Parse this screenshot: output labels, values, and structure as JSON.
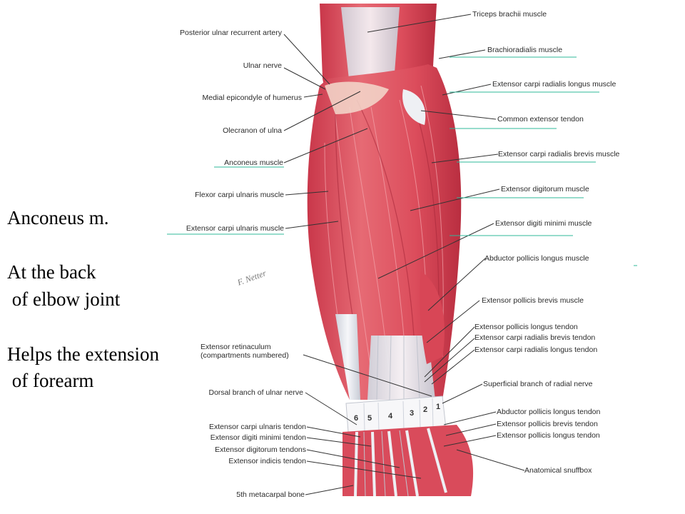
{
  "slide_text": {
    "title": "Anconeus m.",
    "location_line1": "At the back",
    "location_line2": " of elbow joint",
    "function_line1": "Helps the extension",
    "function_line2": " of forearm"
  },
  "left_labels": [
    "Posterior ulnar recurrent artery",
    "Ulnar nerve",
    "Medial epicondyle of humerus",
    "Olecranon of ulna",
    "Anconeus muscle",
    "Flexor carpi ulnaris muscle",
    "Extensor carpi ulnaris muscle",
    "Extensor retinaculum",
    "(compartments numbered)",
    "Dorsal branch of ulnar nerve",
    "Extensor carpi ulnaris tendon",
    "Extensor digiti minimi tendon",
    "Extensor digitorum tendons",
    "Extensor indicis tendon",
    "5th metacarpal bone"
  ],
  "right_labels": [
    "Triceps brachii muscle",
    "Brachioradialis muscle",
    "Extensor carpi radialis longus muscle",
    "Common extensor tendon",
    "Extensor carpi radialis brevis muscle",
    "Extensor digitorum muscle",
    "Extensor digiti minimi muscle",
    "Abductor pollicis longus muscle",
    "Extensor pollicis brevis muscle",
    "Extensor pollicis longus tendon",
    "Extensor carpi radialis brevis tendon",
    "Extensor carpi radialis longus tendon",
    "Superficial branch of radial nerve",
    "Abductor pollicis longus tendon",
    "Extensor pollicis brevis tendon",
    "Extensor pollicis longus tendon",
    "Anatomical snuffbox"
  ],
  "compartments": [
    "6",
    "5",
    "4",
    "3",
    "2",
    "1"
  ],
  "colors": {
    "muscle": "#e0505e",
    "muscle_light": "#ee8a92",
    "tendon": "#eef0f4",
    "leader_line": "#333333",
    "underline": "#2fb89a"
  },
  "icons": {
    "artist_signature": "signature-icon"
  }
}
